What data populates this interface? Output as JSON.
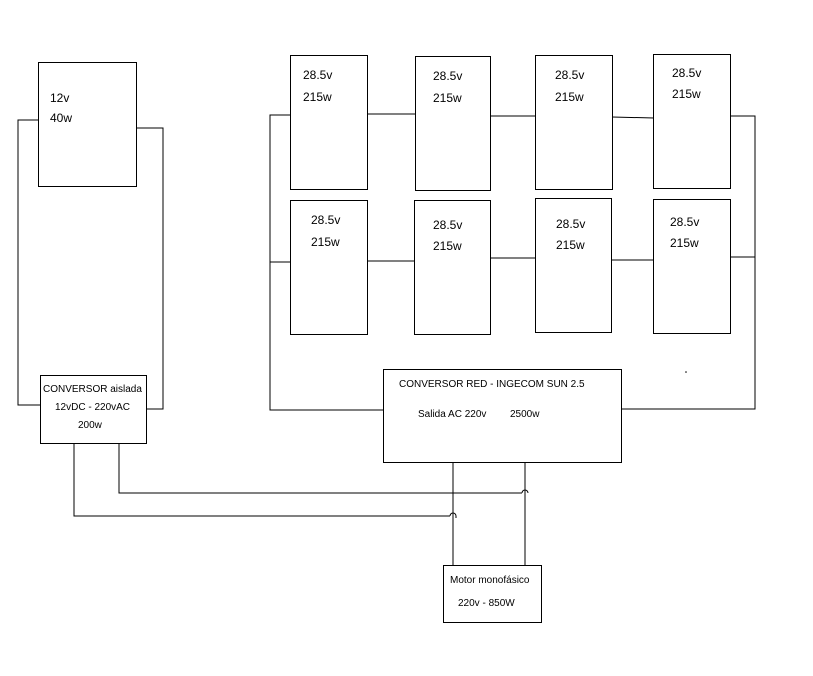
{
  "battery": {
    "voltage": "12v",
    "power": "40w"
  },
  "panels": [
    {
      "voltage": "28.5v",
      "power": "215w"
    },
    {
      "voltage": "28.5v",
      "power": "215w"
    },
    {
      "voltage": "28.5v",
      "power": "215w"
    },
    {
      "voltage": "28.5v",
      "power": "215w"
    },
    {
      "voltage": "28.5v",
      "power": "215w"
    },
    {
      "voltage": "28.5v",
      "power": "215w"
    },
    {
      "voltage": "28.5v",
      "power": "215w"
    },
    {
      "voltage": "28.5v",
      "power": "215w"
    }
  ],
  "isolated_converter": {
    "title": "CONVERSOR aislada",
    "spec": "12vDC - 220vAC",
    "power": "200w"
  },
  "grid_converter": {
    "title": "CONVERSOR RED - INGECOM SUN 2.5",
    "output": "Salida AC 220v",
    "power": "2500w"
  },
  "motor": {
    "title": "Motor monofásico",
    "spec": "220v - 850W"
  }
}
